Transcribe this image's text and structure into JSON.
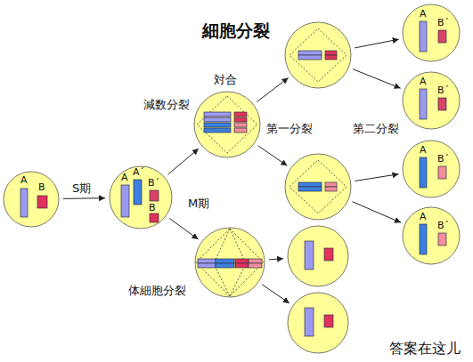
{
  "diagram": {
    "title": "細胞分裂",
    "nodes": [
      {
        "text": [
          "A",
          "B"
        ]
      },
      {
        "text": [
          "A",
          "A´",
          "B",
          "B´"
        ]
      },
      {
        "text": [
          "対合"
        ]
      },
      {
        "text": []
      },
      {
        "text": []
      },
      {
        "text": [
          "A",
          "B´"
        ]
      },
      {
        "text": [
          "A",
          "B´"
        ]
      },
      {
        "text": [
          "A",
          "B´"
        ]
      },
      {
        "text": [
          "A",
          "B´"
        ]
      },
      {
        "text": [
          "体細胞分裂"
        ]
      },
      {
        "text": []
      },
      {
        "text": []
      }
    ],
    "edges": [
      {
        "from": 0,
        "to": 1,
        "label": "S期",
        "arrow": "to"
      },
      {
        "from": 1,
        "to": 2,
        "label": "減数分裂",
        "arrow": "to"
      },
      {
        "from": 1,
        "to": 9,
        "arrow": "to"
      },
      {
        "from": 2,
        "to": 3,
        "arrow": "to"
      },
      {
        "from": 2,
        "to": 4,
        "arrow": "to"
      },
      {
        "from": 3,
        "to": 5,
        "arrow": "to"
      },
      {
        "from": 3,
        "to": 6,
        "arrow": "to"
      },
      {
        "from": 4,
        "to": 7,
        "arrow": "to"
      },
      {
        "from": 4,
        "to": 8,
        "arrow": "to"
      },
      {
        "from": 9,
        "to": 10,
        "arrow": "to"
      },
      {
        "from": 9,
        "to": 11,
        "arrow": "to"
      }
    ],
    "labels": [
      "M期",
      "第一分裂",
      "第二分裂",
      "答案在这儿"
    ]
  }
}
